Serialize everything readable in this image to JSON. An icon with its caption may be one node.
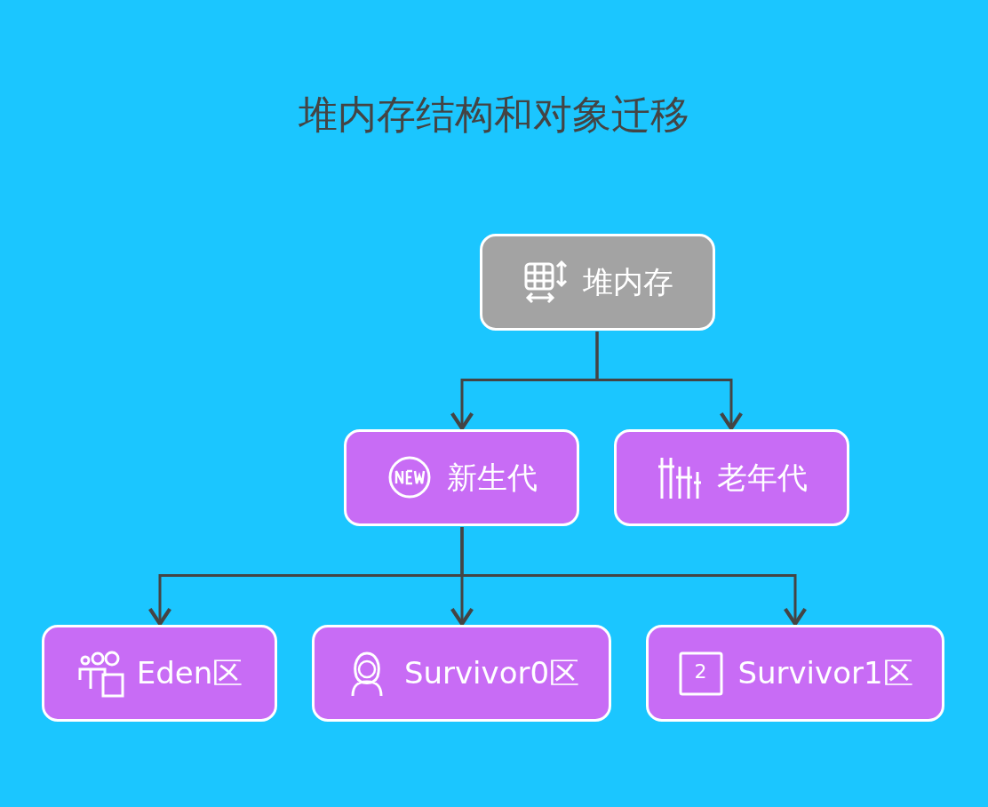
{
  "diagram": {
    "title": "堆内存结构和对象迁移",
    "nodes": [
      {
        "text": [
          "堆内存"
        ]
      },
      {
        "text": [
          "新生代"
        ]
      },
      {
        "text": [
          "老年代"
        ]
      },
      {
        "text": [
          "Eden区"
        ]
      },
      {
        "text": [
          "Survivor0区"
        ]
      },
      {
        "text": [
          "Survivor1区"
        ]
      }
    ],
    "edges": [
      {
        "from": 0,
        "to": 1,
        "arrow": "to"
      },
      {
        "from": 0,
        "to": 2,
        "arrow": "to"
      },
      {
        "from": 1,
        "to": 3,
        "arrow": "to"
      },
      {
        "from": 1,
        "to": 4,
        "arrow": "to"
      },
      {
        "from": 1,
        "to": 5,
        "arrow": "to"
      }
    ],
    "labels": [
      "2"
    ]
  }
}
